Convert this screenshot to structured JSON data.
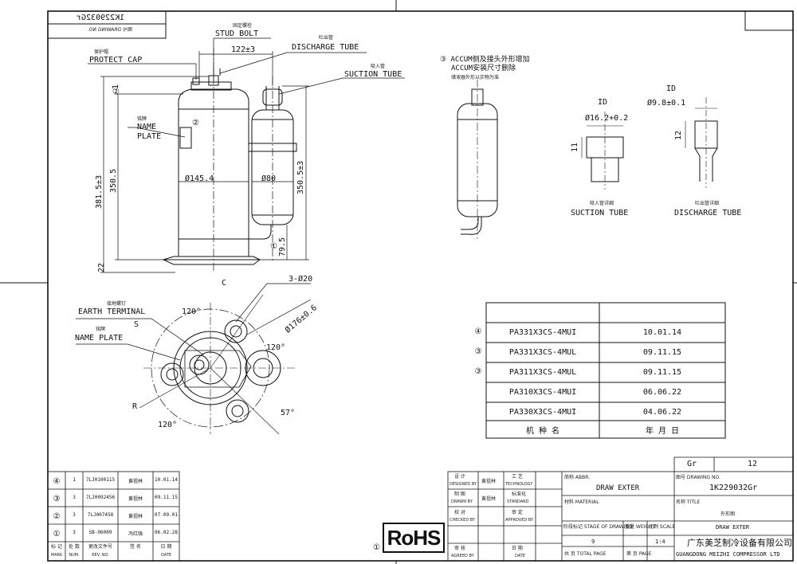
{
  "top_drawing_no_mirrored": "1K229032Gr",
  "top_drawing_no_label_mirrored": "图号 DRAWING NO.",
  "labels": {
    "stud_bolt_cn": "固定螺栓",
    "stud_bolt": "STUD BOLT",
    "protect_cap_cn": "保护帽",
    "protect_cap": "PROTECT CAP",
    "discharge_tube_cn": "吐出管",
    "discharge_tube": "DISCHARGE TUBE",
    "suction_tube_cn": "吸入管",
    "suction_tube": "SUCTION TUBE",
    "name_plate_cn": "铭牌",
    "name_plate_1": "NAME",
    "name_plate_2": "PLATE",
    "earth_terminal_cn": "接地螺钉",
    "earth_terminal": "EARTH TERMINAL",
    "name_plate_plan_cn": "铭牌",
    "name_plate_plan": "NAME PLATE"
  },
  "dims": {
    "d122": "122±3",
    "d145": "Ø145.4",
    "d80": "Ø80",
    "h381": "381.5±3",
    "h350a": "350.5",
    "h350b": "350.5±3",
    "h79": "79.5",
    "h22": "22",
    "h1": "1",
    "holes": "3-Ø20",
    "pcd": "Ø176±0.6",
    "ang120a": "120°",
    "ang120b": "120°",
    "ang120c": "120°",
    "ang57": "57°",
    "c": "C",
    "s": "S",
    "r": "R",
    "m1": "①",
    "m2a": "②",
    "m2b": "②"
  },
  "accum_note": {
    "line1": "③ ACCUM侧及接头外形增加",
    "line2": "ACCUM安装尺寸删除",
    "line3": "储液器外形以实物为准"
  },
  "tube_details": {
    "id1": "ID",
    "id1_dim": "Ø16.2+0.2",
    "suction_cn": "吸入管详细",
    "suction": "SUCTION TUBE",
    "id2": "ID",
    "id2_dim": "Ø9.8±0.1",
    "h12": "12",
    "h11": "11",
    "discharge_cn": "吐出管详细",
    "discharge": "DISCHARGE TUBE"
  },
  "model_table": {
    "rows": [
      {
        "mark": "④",
        "model": "PA331X3CS-4MUI",
        "date": "10.01.14"
      },
      {
        "mark": "③",
        "model": "PA331X3CS-4MUL",
        "date": "09.11.15"
      },
      {
        "mark": "③",
        "model": "PA311X3CS-4MUL",
        "date": "09.11.15"
      },
      {
        "mark": "",
        "model": "PA310X3CS-4MUI",
        "date": "06.06.22"
      },
      {
        "mark": "",
        "model": "PA330X3CS-4MUI",
        "date": "04.06.22"
      }
    ],
    "footer_model": "机  种  名",
    "footer_date": "年  月  日"
  },
  "revision_table": {
    "rows": [
      {
        "mark": "④",
        "n": "1",
        "doc": "7LJ0100115",
        "by": "黄祖林",
        "date": "10.01.14"
      },
      {
        "mark": "③",
        "n": "3",
        "doc": "7LJ0092456",
        "by": "黄祖林",
        "date": "09.11.15"
      },
      {
        "mark": "②",
        "n": "3",
        "doc": "7LJ007458",
        "by": "黄祖林",
        "date": "07.09.01"
      },
      {
        "mark": "①",
        "n": "3",
        "doc": "SB-06009",
        "by": "冯红强",
        "date": "06.02.28"
      }
    ],
    "header": [
      "标 记",
      "处 数",
      "更改文件号",
      "签 名",
      "日 期"
    ],
    "header_en": [
      "MARK",
      "NUM.",
      "REV. NO.",
      "",
      "DATE"
    ]
  },
  "signoff": {
    "designed_cn": "设 计",
    "designed": "DESIGNED BY",
    "designed_name": "黄祖林",
    "tech_cn": "工 艺",
    "tech": "TECHNOLOGY",
    "drawn_cn": "制 图",
    "drawn": "DRAWN BY",
    "drawn_name": "黄祖林",
    "std_cn": "标准化",
    "std": "STANDARD",
    "checked_cn": "校 对",
    "checked": "CHECKED BY",
    "approved_cn": "审 定",
    "approved": "APPROVED BY",
    "agreed_cn": "审 核",
    "agreed": "AGREED BY",
    "date_cn": "日 期",
    "date": "DATE"
  },
  "title_block": {
    "gr": "Gr",
    "sheet": "12",
    "drawing_no_label": "图号 DRAWING NO.",
    "drawing_no": "1K229032Gr",
    "abbr_label": "简称 ABBR.",
    "abbr": "DRAW EXTER",
    "material_label": "材料 MATERIAL",
    "title_label": "名称 TITLE",
    "title_cn": "外形图",
    "title": "DRAW EXTER",
    "stage_label": "阶段标记 STAGE OF DRAWING",
    "weight_label": "重量 WEIGHT",
    "scale_label": "比例 SCALE",
    "stage_val": "9",
    "scale_val": "1:4",
    "total_page": "共  页  TOTAL PAGE",
    "page": "第  页  PAGE",
    "company_cn": "广东美芝制冷设备有限公司",
    "company": "GUANGDONG MEIZHI COMPRESSOR LTD"
  },
  "rohs": "RoHS",
  "rohs_mark": "①"
}
